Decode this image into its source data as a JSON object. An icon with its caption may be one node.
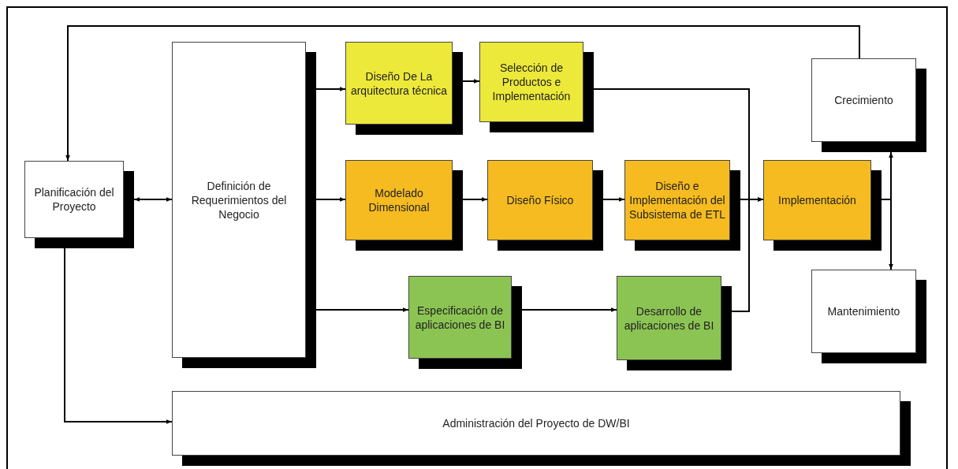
{
  "diagram": {
    "nodes": [
      {
        "text": [
          "Planificación del Proyecto"
        ]
      },
      {
        "text": [
          "Definición de Requerimientos del Negocio"
        ]
      },
      {
        "text": [
          "Diseño De La arquitectura técnica"
        ]
      },
      {
        "text": [
          "Selección de Productos e Implementación"
        ]
      },
      {
        "text": [
          "Modelado Dimensional"
        ]
      },
      {
        "text": [
          "Diseño Físico"
        ]
      },
      {
        "text": [
          "Diseño e Implementación del Subsistema de ETL"
        ]
      },
      {
        "text": [
          "Implementación"
        ]
      },
      {
        "text": [
          "Crecimiento"
        ]
      },
      {
        "text": [
          "Especificación de aplicaciones de BI"
        ]
      },
      {
        "text": [
          "Desarrollo de aplicaciones de BI"
        ]
      },
      {
        "text": [
          "Mantenimiento"
        ]
      },
      {
        "text": [
          "Administración del Proyecto de DW/BI"
        ]
      }
    ],
    "edges": [
      {
        "from": 0,
        "to": 1,
        "arrow": "both"
      },
      {
        "from": 1,
        "to": 2,
        "arrow": "to"
      },
      {
        "from": 1,
        "to": 4,
        "arrow": "to"
      },
      {
        "from": 1,
        "to": 9,
        "arrow": "to"
      },
      {
        "from": 2,
        "to": 3,
        "arrow": "to"
      },
      {
        "from": 4,
        "to": 5,
        "arrow": "to"
      },
      {
        "from": 5,
        "to": 6,
        "arrow": "to"
      },
      {
        "from": 6,
        "to": 7,
        "arrow": "to"
      },
      {
        "from": 3,
        "to": 7,
        "arrow": "to"
      },
      {
        "from": 10,
        "to": 7,
        "arrow": "to"
      },
      {
        "from": 9,
        "to": 10,
        "arrow": "to"
      },
      {
        "from": 7,
        "to": 8,
        "arrow": "to"
      },
      {
        "from": 7,
        "to": 11,
        "arrow": "to"
      },
      {
        "from": 8,
        "to": 0,
        "arrow": "to"
      },
      {
        "from": 0,
        "to": 12,
        "arrow": "to"
      }
    ]
  }
}
